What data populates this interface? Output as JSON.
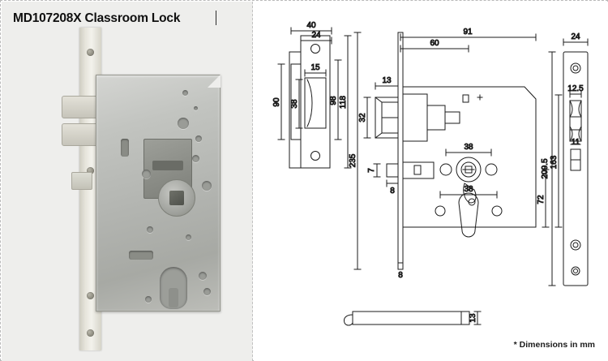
{
  "product": {
    "title": "MD107208X Classroom Lock",
    "note": "* Dimensions in mm"
  },
  "panels": {
    "photo_label": "product-photo",
    "drawing_label": "dimension-drawings"
  },
  "drawings": {
    "strike_plate": {
      "name": "strike-plate",
      "dims": {
        "outer_width": "40",
        "inner_width": "24",
        "cutout_width": "15",
        "cutout_height": "38",
        "lip_height": "90",
        "inner_height": "98",
        "outer_height": "118"
      }
    },
    "lock_body": {
      "name": "mortise-lock-body",
      "dims": {
        "overall_depth": "91",
        "backset": "60",
        "bolt_projection": "13",
        "bolt_block_height": "32",
        "latch_small": "7",
        "faceplate_thickness": "8",
        "spindle_hole_span": "38",
        "cylinder_hole_span": "38",
        "overall_height": "235",
        "centres_163": "163",
        "centres_72": "72"
      }
    },
    "faceplate": {
      "name": "face-plate",
      "dims": {
        "width": "24",
        "cutout_upper": "12.5",
        "cutout_lower": "11",
        "length": "209.5"
      }
    },
    "spindle_bar": {
      "name": "follower-spindle-bar",
      "dims": {
        "thickness": "13"
      }
    }
  },
  "colors": {
    "line": "#1b1b1b",
    "panel_bg": "#eeeeec",
    "page_bg": "#ffffff",
    "border": "#b9b9b9"
  }
}
